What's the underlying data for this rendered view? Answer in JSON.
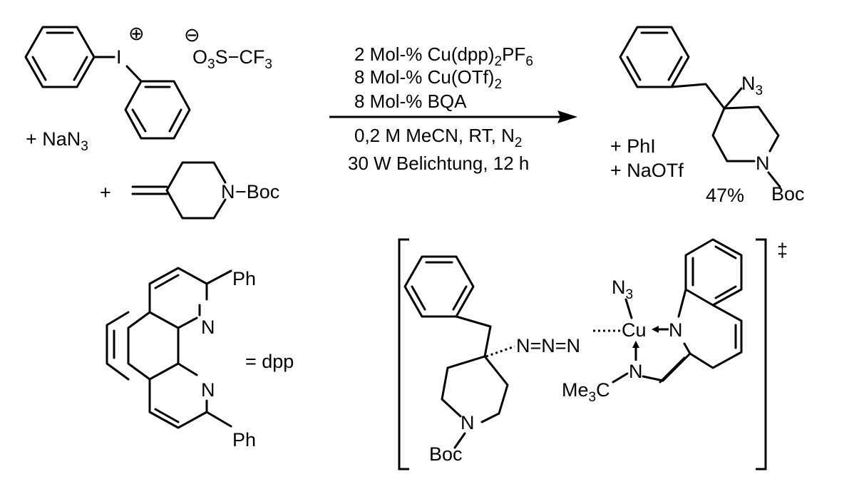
{
  "reagents": {
    "iodonium_I": "I",
    "charge_plus": "⊕",
    "charge_minus": "⊖",
    "triflate_O": "O",
    "triflate_O_sub": "3",
    "triflate_rest": "S−CF",
    "triflate_CF_sub": "3",
    "azide_prefix": "+ NaN",
    "azide_sub": "3",
    "plus": "+",
    "piperidine_N": "N",
    "piperidine_Boc": "−Boc"
  },
  "conditions": {
    "line1_a": "2 Mol-% Cu(dpp)",
    "line1_sub1": "2",
    "line1_b": "PF",
    "line1_sub2": "6",
    "line2_a": "8 Mol-% Cu(OTf)",
    "line2_sub": "2",
    "line3": "8 Mol-% BQA",
    "line4_a": "0,2 M MeCN, RT, N",
    "line4_sub": "2",
    "line5": "30 W Belichtung, 12 h"
  },
  "product": {
    "azide_N": "N",
    "azide_sub": "3",
    "ring_N": "N",
    "boc": "Boc",
    "yield": "47%",
    "byproduct1": "+ PhI",
    "byproduct2": "+ NaOTf"
  },
  "ligand": {
    "ph_top": "Ph",
    "ph_bottom": "Ph",
    "n_top": "N",
    "n_bottom": "N",
    "equals": "= dpp"
  },
  "transition_state": {
    "dagger": "‡",
    "azide_chain": "N=N=N",
    "cu": "Cu",
    "n3": "N",
    "n3_sub": "3",
    "quinoline_N": "N",
    "imine_N": "N",
    "me3c_a": "Me",
    "me3c_sub": "3",
    "me3c_b": "C",
    "ring_N": "N",
    "boc": "Boc"
  }
}
